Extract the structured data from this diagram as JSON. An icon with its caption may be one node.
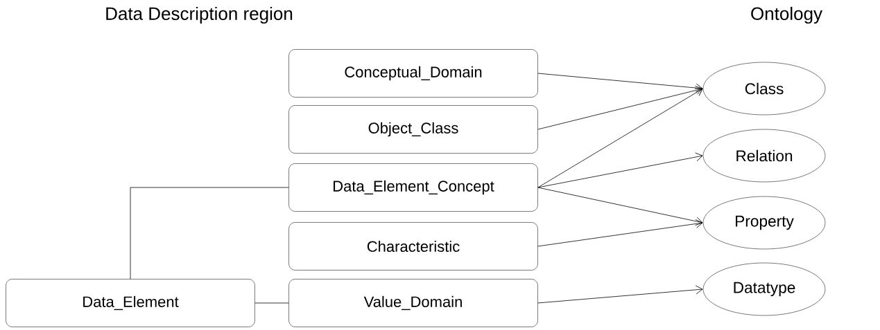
{
  "diagram": {
    "nodes": [
      {
        "text": [
          "Conceptual_Domain"
        ]
      },
      {
        "text": [
          "Object_Class"
        ]
      },
      {
        "text": [
          "Data_Element_Concept"
        ]
      },
      {
        "text": [
          "Characteristic"
        ]
      },
      {
        "text": [
          "Data_Element"
        ]
      },
      {
        "text": [
          "Value_Domain"
        ]
      },
      {
        "text": [
          "Class"
        ]
      },
      {
        "text": [
          "Relation"
        ]
      },
      {
        "text": [
          "Property"
        ]
      },
      {
        "text": [
          "Datatype"
        ]
      }
    ],
    "edges": [
      {
        "from": 0,
        "to": 6,
        "arrow": "to"
      },
      {
        "from": 1,
        "to": 6,
        "arrow": "to"
      },
      {
        "from": 2,
        "to": 6,
        "arrow": "to"
      },
      {
        "from": 2,
        "to": 7,
        "arrow": "to"
      },
      {
        "from": 2,
        "to": 8,
        "arrow": "to"
      },
      {
        "from": 3,
        "to": 8,
        "arrow": "to"
      },
      {
        "from": 5,
        "to": 9,
        "arrow": "to"
      },
      {
        "from": 4,
        "to": 2,
        "arrow": "none"
      },
      {
        "from": 4,
        "to": 5,
        "arrow": "none"
      }
    ],
    "labels": [
      "Data Description region",
      "Ontology"
    ]
  }
}
